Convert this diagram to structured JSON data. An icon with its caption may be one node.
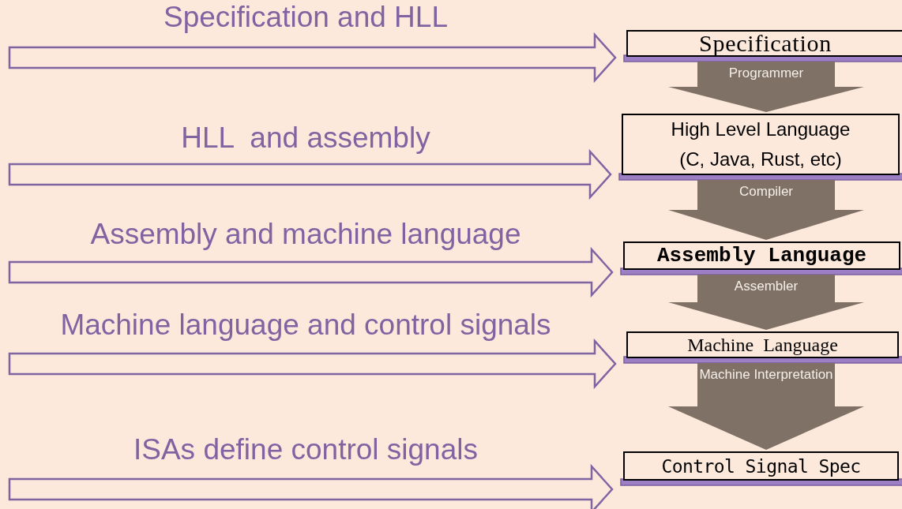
{
  "diagram": {
    "nodes": [
      {
        "text": [
          "Specification"
        ]
      },
      {
        "text": [
          "High Level Language",
          "(C, Java, Rust, etc)"
        ]
      },
      {
        "text": [
          "Assembly Language"
        ]
      },
      {
        "text": [
          "Machine  Language"
        ]
      },
      {
        "text": [
          "Control Signal Spec"
        ]
      }
    ],
    "edges": [
      {
        "from": 0,
        "to": 1,
        "arrow": "to",
        "label": "Programmer",
        "color": "#7f7166"
      },
      {
        "from": 1,
        "to": 2,
        "arrow": "to",
        "label": "Compiler",
        "color": "#7f7166"
      },
      {
        "from": 2,
        "to": 3,
        "arrow": "to",
        "label": "Assembler",
        "color": "#7f7166"
      },
      {
        "from": 3,
        "to": 4,
        "arrow": "to",
        "label": "Machine Interpretation",
        "color": "#7f7166"
      },
      {
        "from": null,
        "to": 0,
        "arrow": "to"
      },
      {
        "from": null,
        "to": 1,
        "arrow": "to"
      },
      {
        "from": null,
        "to": 2,
        "arrow": "to"
      },
      {
        "from": null,
        "to": 3,
        "arrow": "to"
      },
      {
        "from": null,
        "to": 4,
        "arrow": "to"
      }
    ],
    "labels": [
      "Specification and HLL",
      "HLL  and assembly",
      "Assembly and machine language",
      "Machine language and control signals",
      "ISAs define control signals"
    ]
  }
}
